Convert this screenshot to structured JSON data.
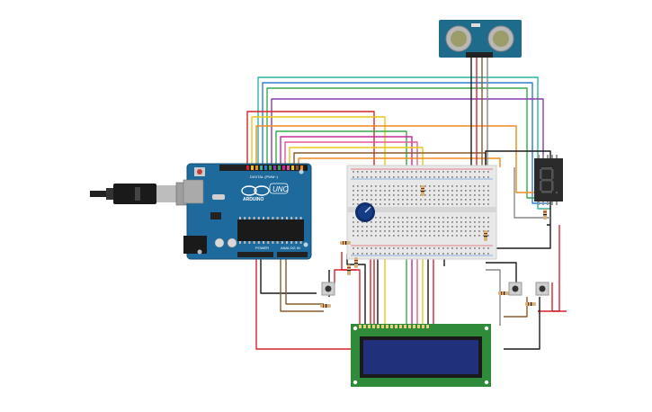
{
  "canvas": {
    "background": "#ffffff"
  },
  "arduino": {
    "brand": "ARDUINO",
    "model": "UNO",
    "digital_header": "DIGITAL (PWM~)",
    "power_header": "POWER",
    "analog_header": "ANALOG IN",
    "board_color": "#1e6a9c"
  },
  "ultrasonic": {
    "model": "HC-SR04",
    "board_color": "#1f6b8c"
  },
  "seven_segment": {
    "digit": "8"
  },
  "lcd": {
    "rows": 2,
    "cols": 16,
    "screen_color": "#20307a",
    "board_color": "#2f8a3a"
  },
  "wire_colors": {
    "red": "#d8232a",
    "black": "#1a1a1a",
    "brown": "#8a5a2b",
    "orange": "#f08a1c",
    "yellow": "#e8c81a",
    "green": "#3aa84a",
    "teal": "#2fb3a8",
    "blue": "#2d7fd4",
    "purple": "#8a3ab8",
    "magenta": "#c8289a",
    "pink": "#e05a9a",
    "gray": "#8a8a8a"
  }
}
